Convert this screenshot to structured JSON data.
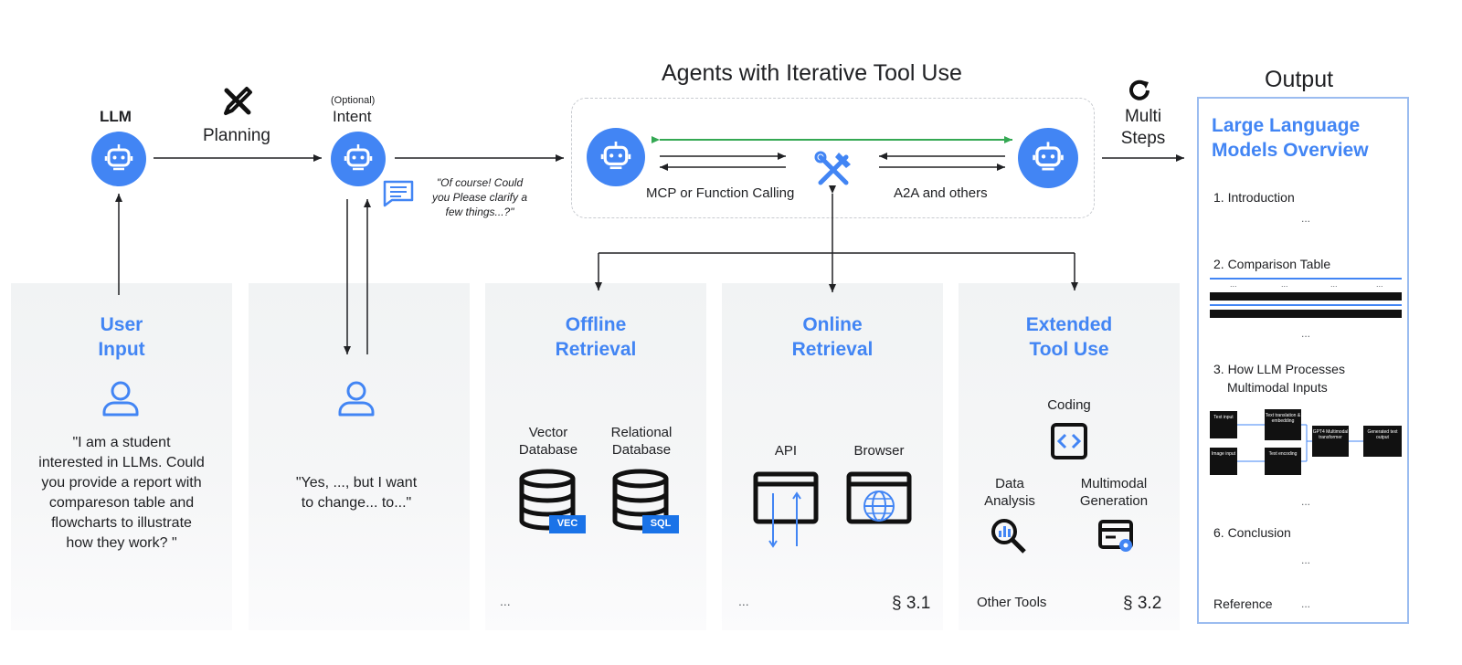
{
  "header": {
    "title": "Agents with Iterative Tool Use",
    "output_title": "Output"
  },
  "flow": {
    "llm_label": "LLM",
    "planning_label": "Planning",
    "optional_label": "(Optional)",
    "intent_label": "Intent",
    "clarify_quote": [
      "\"Of course! Could",
      "you Please clarify a",
      "few things...?\""
    ],
    "mcp_label": "MCP or Function Calling",
    "a2a_label": "A2A and others",
    "multi_steps": [
      "Multi",
      "Steps"
    ]
  },
  "panels": {
    "user_input": {
      "title": [
        "User",
        "Input"
      ],
      "quote": [
        "\"I am a student",
        "interested in LLMs. Could",
        "you provide a report with",
        "compareson table and",
        "flowcharts to illustrate",
        "how they work? \""
      ]
    },
    "intent_reply": {
      "quote": [
        "\"Yes, ..., but I want",
        "to change... to...\""
      ]
    },
    "offline": {
      "title": [
        "Offline",
        "Retrieval"
      ],
      "vector_label": [
        "Vector",
        "Database"
      ],
      "relational_label": [
        "Relational",
        "Database"
      ],
      "vec_badge": "VEC",
      "sql_badge": "SQL",
      "ellipsis": "..."
    },
    "online": {
      "title": [
        "Online",
        "Retrieval"
      ],
      "api_label": "API",
      "browser_label": "Browser",
      "ellipsis": "...",
      "section": "§ 3.1"
    },
    "extended": {
      "title": [
        "Extended",
        "Tool Use"
      ],
      "coding_label": "Coding",
      "data_label": [
        "Data",
        "Analysis"
      ],
      "multimodal_label": [
        "Multimodal",
        "Generation"
      ],
      "other_tools": "Other Tools",
      "section": "§ 3.2"
    }
  },
  "output": {
    "title": [
      "Large Language",
      "Models Overview"
    ],
    "items": {
      "intro": "1. Introduction",
      "comparison": "2. Comparison Table",
      "processes": [
        "3. How LLM Processes",
        "Multimodal Inputs"
      ],
      "conclusion": "6. Conclusion",
      "reference": "Reference"
    },
    "ellipsis": "...",
    "flow_boxes": {
      "text_input": "Text input",
      "text_translation": "Text translation & embedding",
      "image_input": "Image input",
      "text_encoding": "Text encoding",
      "transformer": "GPT4 Multimodal transformer",
      "generated": "Generated text output"
    }
  },
  "colors": {
    "accent": "#4285f4",
    "arrow_green": "#34a853",
    "dark": "#202124",
    "badge": "#1a73e8"
  }
}
